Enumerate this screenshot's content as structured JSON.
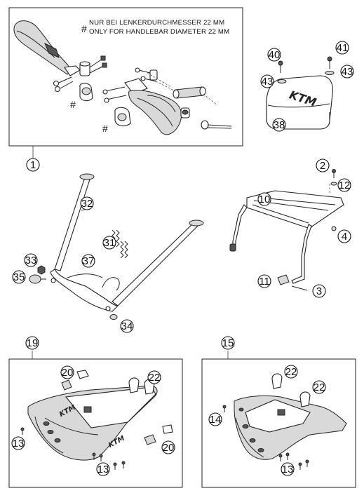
{
  "note": {
    "symbol": "#",
    "line1": "NUR BEI LENKERDURCHMESSER 22 MM",
    "line2": "ONLY FOR HANDLEBAR DIAMETER 22 MM"
  },
  "hash_marks": [
    "#",
    "#"
  ],
  "logo_text": "KTM",
  "callouts": {
    "c1": "1",
    "c2": "2",
    "c3": "3",
    "c4": "4",
    "c10": "10",
    "c11": "11",
    "c12": "12",
    "c13a": "13",
    "c13b": "13",
    "c14": "14",
    "c15": "15",
    "c19": "19",
    "c20a": "20",
    "c20b": "20",
    "c22a": "22",
    "c22b": "22",
    "c22c": "22",
    "c31": "31",
    "c32": "32",
    "c33": "33",
    "c34": "34",
    "c35": "35",
    "c37": "37",
    "c38": "38",
    "c40": "40",
    "c41": "41",
    "c43a": "43",
    "c43b": "43"
  }
}
